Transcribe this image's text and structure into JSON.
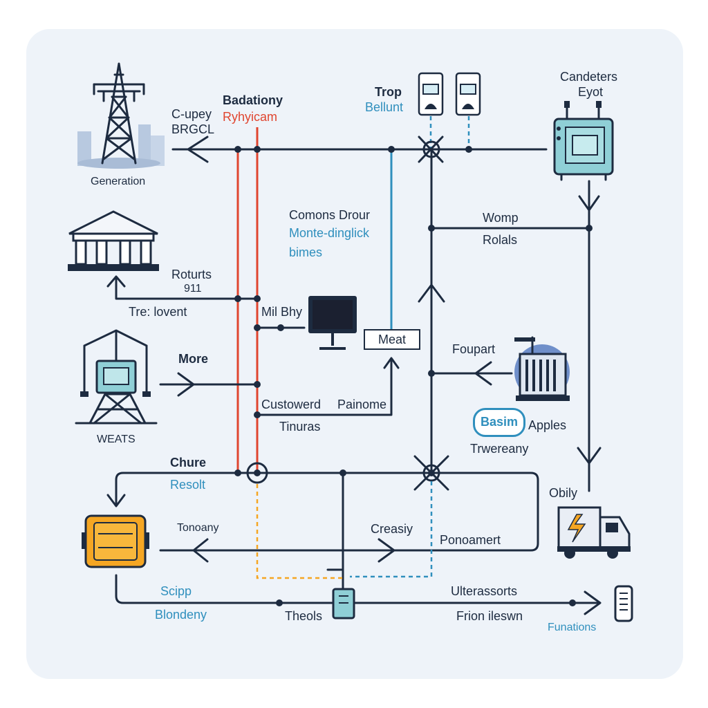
{
  "labels": {
    "generation": "Generation",
    "c_upey": "C-upey",
    "brgcl": "BRGCL",
    "badationy": "Badationy",
    "ryhyicam": "Ryhyicam",
    "trop": "Trop",
    "bellunt": "Bellunt",
    "candeters": "Candeters",
    "eyot": "Eyot",
    "comons_drour": "Comons Drour",
    "monte_dinglick": "Monte-dinglick",
    "bimes": "bimes",
    "womp": "Womp",
    "rolals": "Rolals",
    "roturts": "Roturts",
    "num_911": "911",
    "tre_lovent": "Tre: lovent",
    "mil_bhy": "Mil Bhy",
    "meat": "Meat",
    "foupart": "Foupart",
    "more": "More",
    "custowerd": "Custowerd",
    "painome": "Painome",
    "tinuras": "Tinuras",
    "weats": "WEATS",
    "basim": "Basim",
    "apples": "Apples",
    "trwereany": "Trwereany",
    "chure": "Chure",
    "resolt": "Resolt",
    "obily": "Obily",
    "tonoany": "Tonoany",
    "creasiy": "Creasiy",
    "ponoamert": "Ponoamert",
    "scipp": "Scipp",
    "blondeny": "Blondeny",
    "theols": "Theols",
    "ulterassorts": "Ulterassorts",
    "frion_ileswn": "Frion ileswn",
    "funations": "Funations"
  },
  "colors": {
    "line": "#1d2b40",
    "red": "#e0452f",
    "blue": "#2f8fbd",
    "orange": "#f5a623",
    "teal": "#8fcfd6",
    "panel": "#eef3f9"
  },
  "icons": [
    "transmission-tower-icon",
    "building-icon",
    "substation-icon",
    "battery-icon",
    "control-panel-icon",
    "monitor-icon",
    "server-icon",
    "truck-icon",
    "meter-icon",
    "sensor-icon",
    "device-icon"
  ]
}
